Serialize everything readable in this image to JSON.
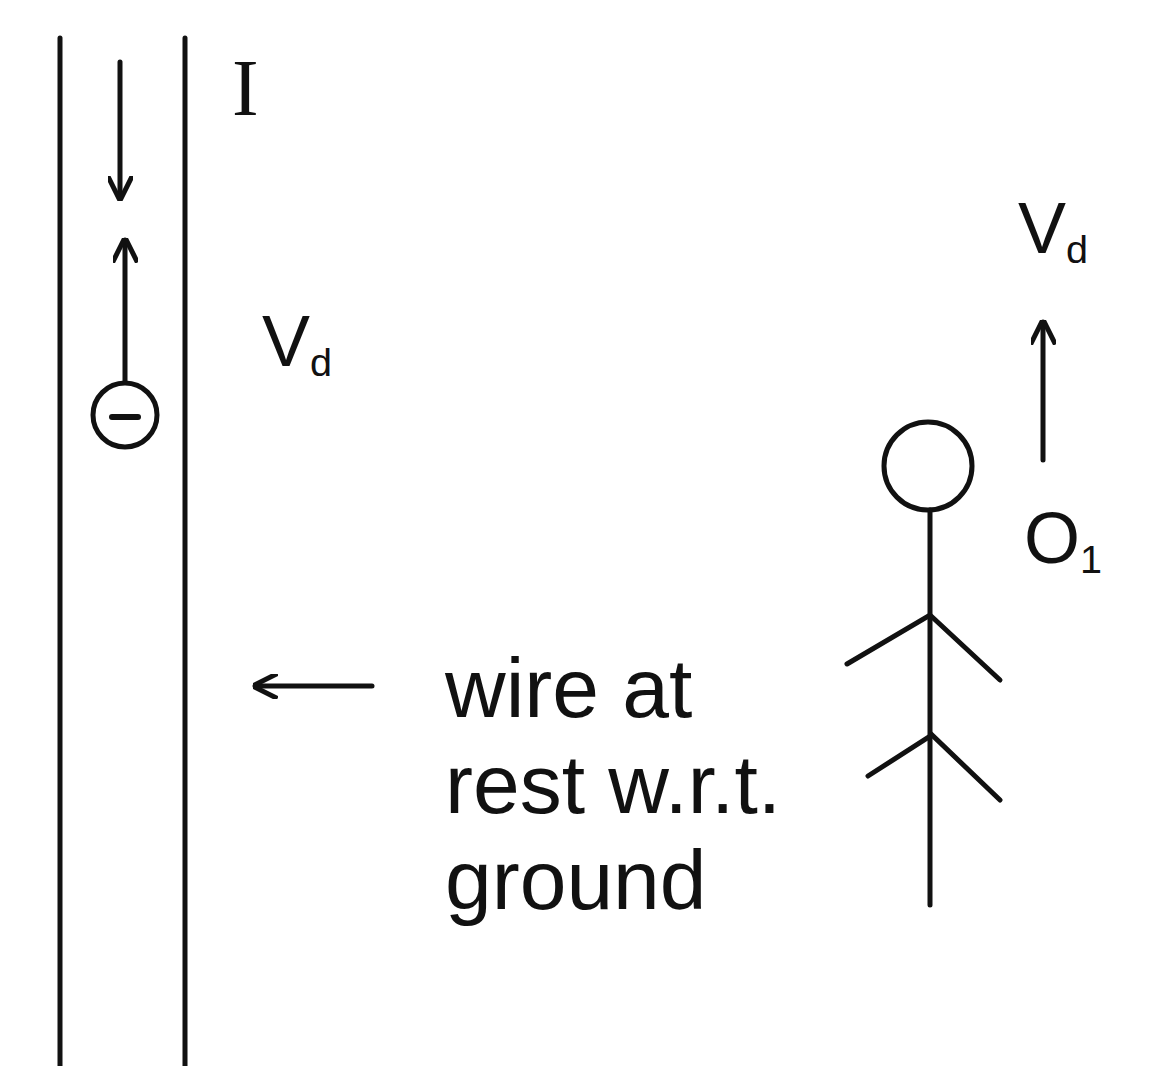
{
  "diagram": {
    "labels": [
      "I",
      "Vd",
      "Vd",
      "O1",
      "wire at rest w.r.t. ground"
    ]
  }
}
